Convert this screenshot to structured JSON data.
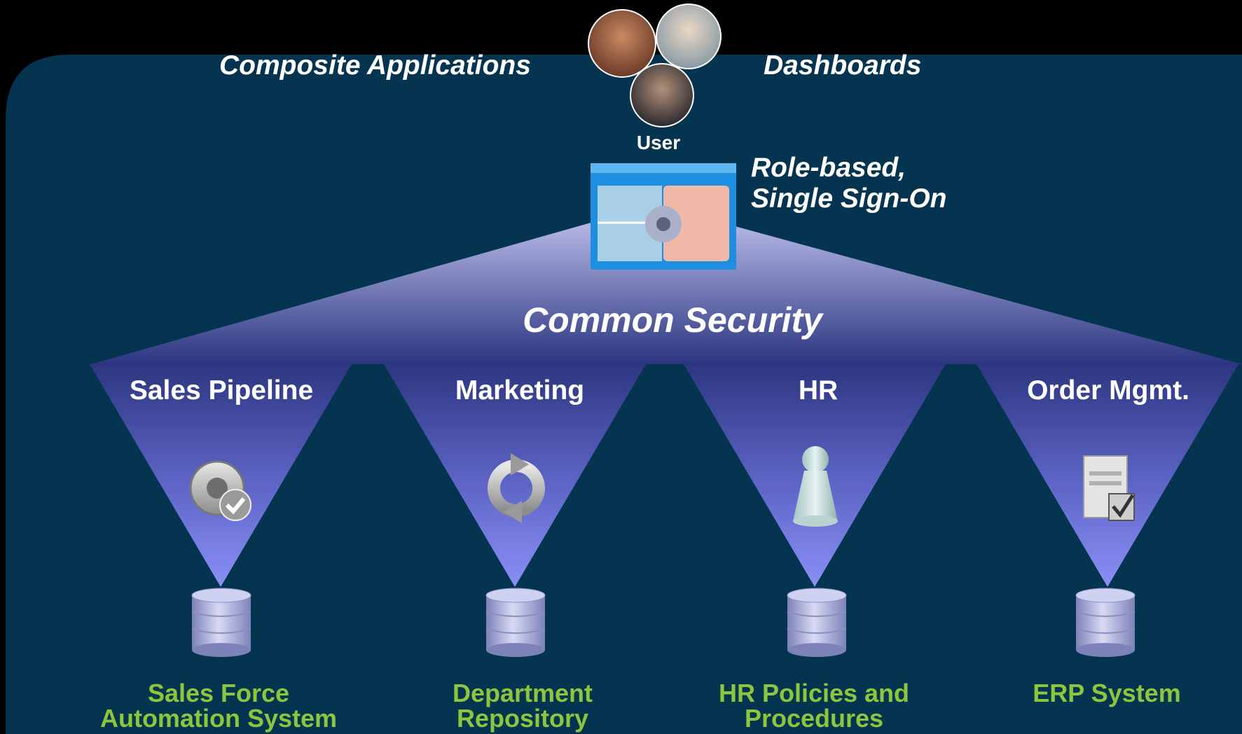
{
  "header": {
    "composite_label": "Composite Applications",
    "dashboards_label": "Dashboards",
    "user_label": "User"
  },
  "portal": {
    "sso_line1": "Role-based,",
    "sso_line2": "Single Sign-On",
    "security_label": "Common Security"
  },
  "domains": [
    {
      "label": "Sales Pipeline",
      "icon": "gear-check-icon",
      "system_line1": "Sales Force",
      "system_line2": "Automation System"
    },
    {
      "label": "Marketing",
      "icon": "refresh-arrows-icon",
      "system_line1": "Department",
      "system_line2": "Repository"
    },
    {
      "label": "HR",
      "icon": "person-icon",
      "system_line1": "HR Policies and",
      "system_line2": "Procedures"
    },
    {
      "label": "Order Mgmt.",
      "icon": "document-check-icon",
      "system_line1": "ERP System",
      "system_line2": ""
    }
  ],
  "colors": {
    "background": "#000000",
    "panel": "#04344f",
    "cone": "#6e72d8",
    "system_text": "#8cc63e"
  }
}
